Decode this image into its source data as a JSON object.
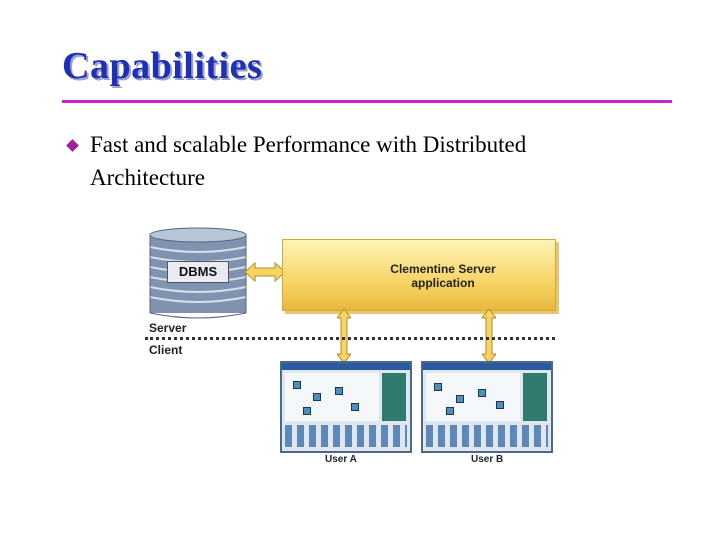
{
  "slide": {
    "title": "Capabilities",
    "bullet_line1": "Fast and scalable Performance with Distributed",
    "bullet_line2": "Architecture"
  },
  "diagram": {
    "dbms_label": "DBMS",
    "server_line1": "Clementine Server",
    "server_line2": "application",
    "server_tier": "Server",
    "client_tier": "Client",
    "user_a": "User A",
    "user_b": "User B"
  },
  "colors": {
    "title": "#1f2fb8",
    "rule": "#cc22cc",
    "bullet": "#a020a0",
    "server_box": "#f7d565"
  }
}
